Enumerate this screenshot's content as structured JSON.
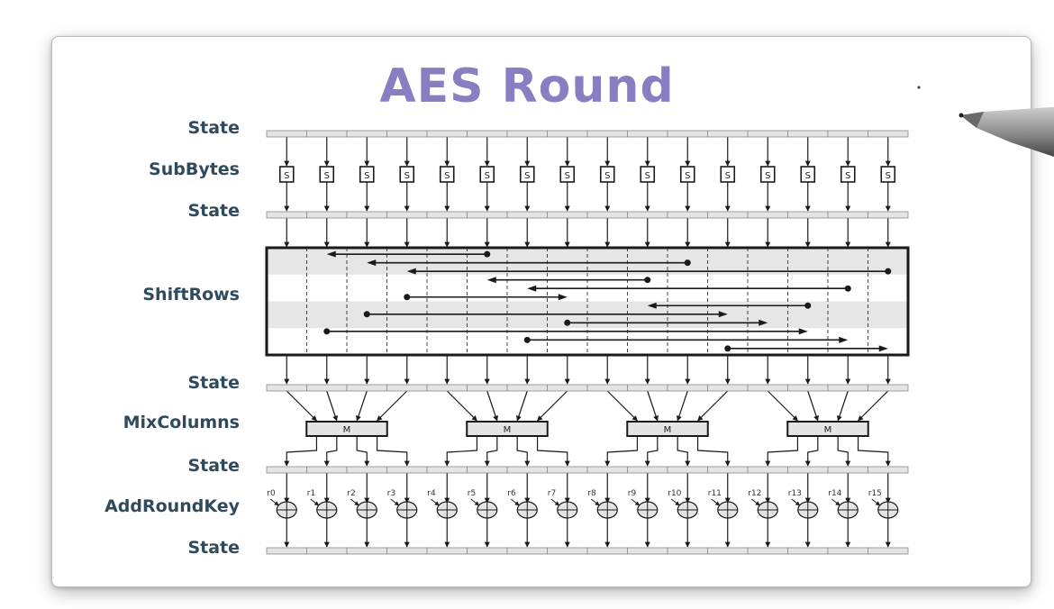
{
  "title": "AES Round",
  "colors": {
    "title": "#8a7ec2",
    "labels": "#2f4a5c",
    "line": "#1a1a1a",
    "state_fill": "#e4e4e4",
    "shift_band": "#e6e6e6"
  },
  "row_labels": {
    "state1": "State",
    "subbytes": "SubBytes",
    "state2": "State",
    "shiftrows": "ShiftRows",
    "state3": "State",
    "mixcolumns": "MixColumns",
    "state4": "State",
    "addroundkey": "AddRoundKey",
    "state5": "State"
  },
  "sbox_label": "S",
  "mix_label": "M",
  "round_key_labels": [
    "r0",
    "r1",
    "r2",
    "r3",
    "r4",
    "r5",
    "r6",
    "r7",
    "r8",
    "r9",
    "r10",
    "r11",
    "r12",
    "r13",
    "r14",
    "r15"
  ],
  "icons": {
    "pen": "pen-icon",
    "xor": "xor-circle-icon"
  }
}
